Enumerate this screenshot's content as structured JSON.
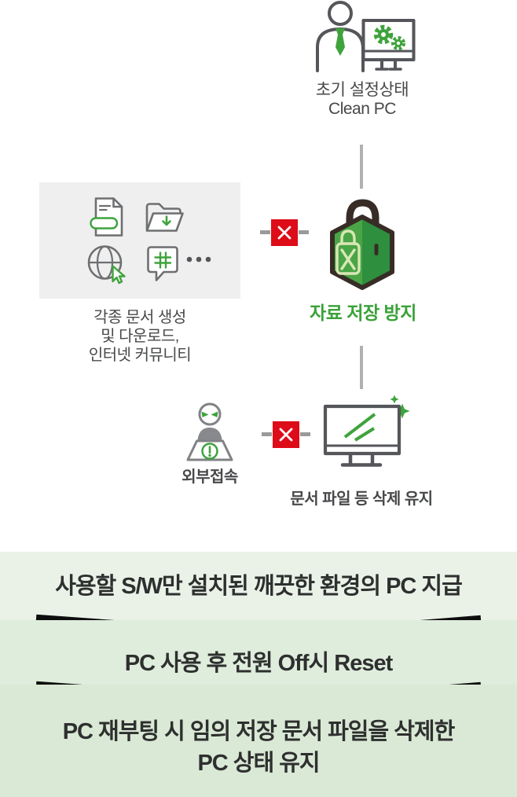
{
  "colors": {
    "page_bg": "#ffffff",
    "green": "#3fa33c",
    "green_dark": "#2e8f3e",
    "green_face_light": "#4aa546",
    "lock_outline_pale": "#d9e7b5",
    "shackle_dark": "#372c26",
    "icon_gray": "#6d6f71",
    "icon_dark_gray": "#55565a",
    "red": "#dd0c18",
    "dash_gray": "#9a9a9a",
    "connector_gray": "#b1b1b1",
    "label_dark": "#47484a",
    "green_label": "#3aa238",
    "band_text": "#2e2f2f",
    "band1_bg": "#eaf2e8",
    "band2_bg": "#dfeddc",
    "band3_bg": "#d9e9d5",
    "box_bg": "#efefef",
    "chevron_black": "#0e0e0e"
  },
  "diagram": {
    "clean_pc": {
      "icon": "user-with-pc-gears-icon",
      "label_line1": "초기 설정상태",
      "label_line2": "Clean PC"
    },
    "sources": {
      "icons": [
        "document-icon",
        "folder-download-icon",
        "globe-cursor-icon",
        "hashtag-bubble-icon",
        "ellipsis-icon"
      ],
      "label_line1": "각종 문서 생성",
      "label_line2": "및 다운로드,",
      "label_line3": "인터넷 커뮤니티"
    },
    "storage_block": {
      "icon": "hexagon-padlock-icon",
      "label": "자료 저장 방지"
    },
    "external_access": {
      "icon": "hacker-laptop-icon",
      "label": "외부접속"
    },
    "clean_state": {
      "icon": "clean-monitor-icon",
      "label": "문서 파일 등 삭제 유지"
    }
  },
  "bands": [
    {
      "text": "사용할 S/W만 설치된 깨끗한 환경의 PC 지급"
    },
    {
      "text": "PC 사용 후 전원 Off시 Reset"
    },
    {
      "line1": "PC 재부팅 시 임의 저장 문서 파일을 삭제한",
      "line2": "PC 상태 유지"
    }
  ]
}
